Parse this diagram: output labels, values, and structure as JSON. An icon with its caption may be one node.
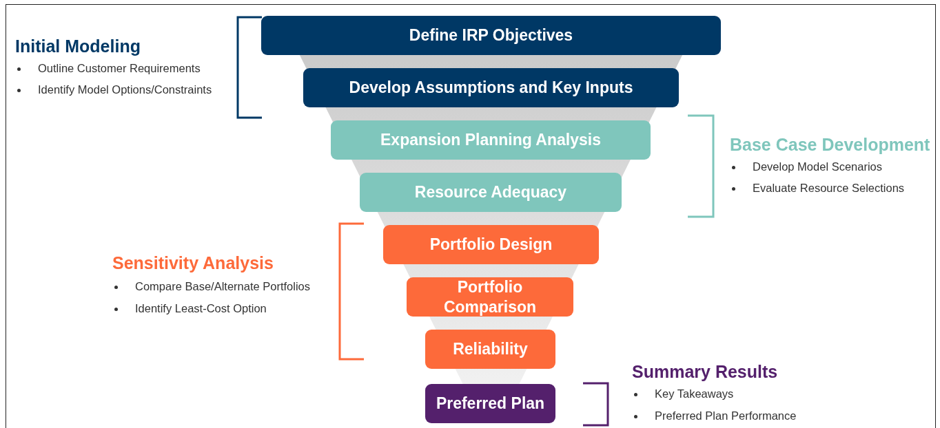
{
  "diagram": {
    "nodes": [
      {
        "text": [
          "Define IRP Objectives"
        ]
      },
      {
        "text": [
          "Develop Assumptions and Key Inputs"
        ]
      },
      {
        "text": [
          "Expansion Planning Analysis"
        ]
      },
      {
        "text": [
          "Resource Adequacy"
        ]
      },
      {
        "text": [
          "Portfolio Design"
        ]
      },
      {
        "text": [
          "Portfolio Comparison"
        ]
      },
      {
        "text": [
          "Reliability"
        ]
      },
      {
        "text": [
          "Preferred Plan"
        ]
      }
    ],
    "labels": [
      "Initial Modeling",
      "Outline Customer Requirements",
      "Identify Model Options/Constraints",
      "Base Case Development",
      "Develop Model Scenarios",
      "Evaluate Resource Selections",
      "Sensitivity Analysis",
      "Compare Base/Alternate Portfolios",
      "Identify Least-Cost Option",
      "Summary Results",
      "Key Takeaways",
      "Preferred Plan Performance"
    ]
  }
}
